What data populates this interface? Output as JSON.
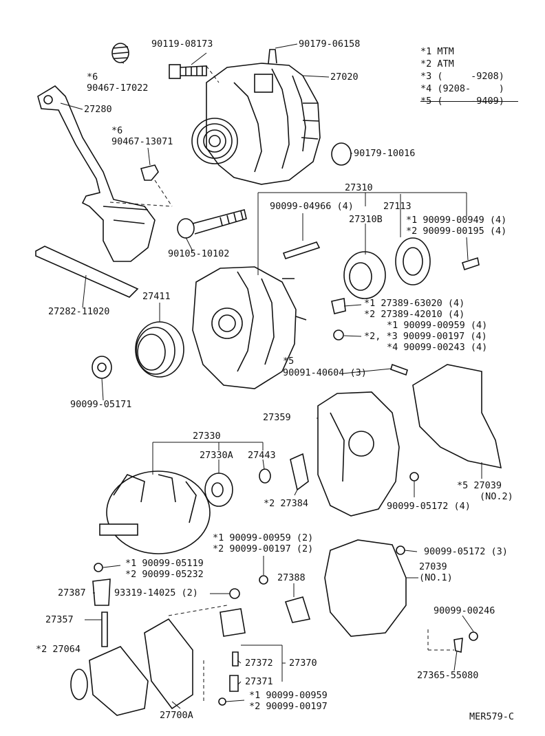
{
  "diagram_code": "MER579-C",
  "legend": [
    {
      "mark": "*1",
      "text": "MTM"
    },
    {
      "mark": "*2",
      "text": "ATM"
    },
    {
      "mark": "*3",
      "text": "(     -9208)"
    },
    {
      "mark": "*4",
      "text": "(9208-     )"
    },
    {
      "mark": "*5",
      "text": "(     -9409)"
    }
  ],
  "parts": {
    "p90119_08173": "90119-08173",
    "p90179_06158": "90179-06158",
    "p6a_mark": "*6",
    "p90467_17022": "90467-17022",
    "p27020": "27020",
    "p27280": "27280",
    "p6b_mark": "*6",
    "p90467_13071": "90467-13071",
    "p90179_10016": "90179-10016",
    "p27310": "27310",
    "p90099_04966": "90099-04966 (4)",
    "p27113": "27113",
    "p27310b": "27310B",
    "p_949": "*1  90099-00949 (4)",
    "p_195": "*2  90099-00195 (4)",
    "p90105_10102": "90105-10102",
    "p27282_11020": "27282-11020",
    "p27411": "27411",
    "p_63020": "*1  27389-63020 (4)",
    "p_42010": "*2  27389-42010 (4)",
    "p_959a": "*1  90099-00959 (4)",
    "p_197a": "*2, *3  90099-00197 (4)",
    "p_243": "*4  90099-00243 (4)",
    "p5_mark": "*5",
    "p90091_40604": "90091-40604 (3)",
    "p90099_05171": "90099-05171",
    "p27359": "27359",
    "p27330": "27330",
    "p27330a": "27330A",
    "p27443": "27443",
    "p27384": "*2  27384",
    "p90099_05172_4": "90099-05172 (4)",
    "p27039_no2": "*5  27039",
    "p27039_no2b": "(NO.2)",
    "p_959b": "*1  90099-00959 (2)",
    "p_197b": "*2  90099-00197 (2)",
    "p90099_05172_3": "90099-05172 (3)",
    "p_05119": "*1  90099-05119",
    "p_05232": "*2  90099-05232",
    "p27388": "27388",
    "p27039_no1": "27039",
    "p27039_no1b": "(NO.1)",
    "p27387": "27387",
    "p93319": "93319-14025 (2)",
    "p90099_00246": "90099-00246",
    "p27357": "27357",
    "p27064": "*2  27064",
    "p27372": "27372",
    "p27370": "27370",
    "p27371": "27371",
    "p27365": "27365-55080",
    "p_959c": "*1  90099-00959",
    "p_197c": "*2  90099-00197",
    "p27700a": "27700A"
  }
}
